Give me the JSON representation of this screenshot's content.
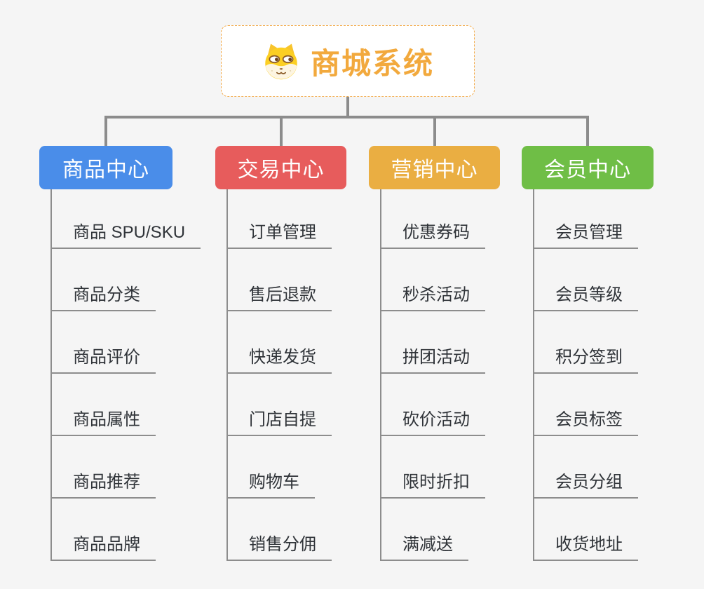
{
  "root": {
    "title": "商城系统",
    "icon": "dog-face-icon"
  },
  "branches": [
    {
      "label": "商品中心",
      "color": "#4a8de9",
      "items": [
        "商品 SPU/SKU",
        "商品分类",
        "商品评价",
        "商品属性",
        "商品推荐",
        "商品品牌"
      ]
    },
    {
      "label": "交易中心",
      "color": "#e75c5c",
      "items": [
        "订单管理",
        "售后退款",
        "快递发货",
        "门店自提",
        "购物车",
        "销售分佣"
      ]
    },
    {
      "label": "营销中心",
      "color": "#eaae42",
      "items": [
        "优惠券码",
        "秒杀活动",
        "拼团活动",
        "砍价活动",
        "限时折扣",
        "满减送"
      ]
    },
    {
      "label": "会员中心",
      "color": "#6fbe46",
      "items": [
        "会员管理",
        "会员等级",
        "积分签到",
        "会员标签",
        "会员分组",
        "收货地址"
      ]
    }
  ],
  "colors": {
    "background": "#f5f5f5",
    "connector": "#8c8c8c",
    "underline": "#8d8d8d",
    "root_accent": "#f2a93d",
    "item_text": "#2f3338"
  }
}
